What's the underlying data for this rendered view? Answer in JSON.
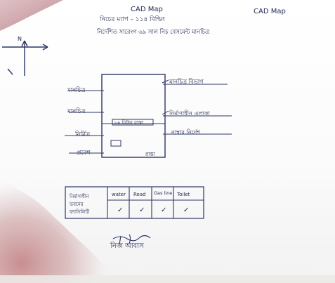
{
  "header": {
    "left_title": "CAD Map",
    "right_title": "CAD Map",
    "line1": "নিচের ম্যাপ – ১১৪ বিল্ডিং",
    "line2": "নির্দেশিত সারেংগ ৬৯ সাল নিচ বেসমেন্ট মানচিত্র"
  },
  "compass": {
    "label": "N"
  },
  "plan": {
    "left_labels": [
      "মানচিত্র",
      "মানচিত্র",
      "নির্মিত",
      "প্রবেশ"
    ],
    "right_labels": [
      "মানচিত্র বিভাগ",
      "নির্মাণাধীন এলাকা",
      "নাম্বার নির্দেশ"
    ],
    "inside_text": "১৬ মিটার রাস্তা",
    "bottom_right": "রাস্তা"
  },
  "table": {
    "row_header": "নির্মাণাধীন ভবনের ফ্যাসিলিটি",
    "columns": [
      "water",
      "Road",
      "Gas line",
      "Toilet"
    ],
    "values": [
      "✓",
      "✓",
      "✓",
      "✓"
    ]
  },
  "signature": {
    "name": "নিজ আবাস"
  }
}
